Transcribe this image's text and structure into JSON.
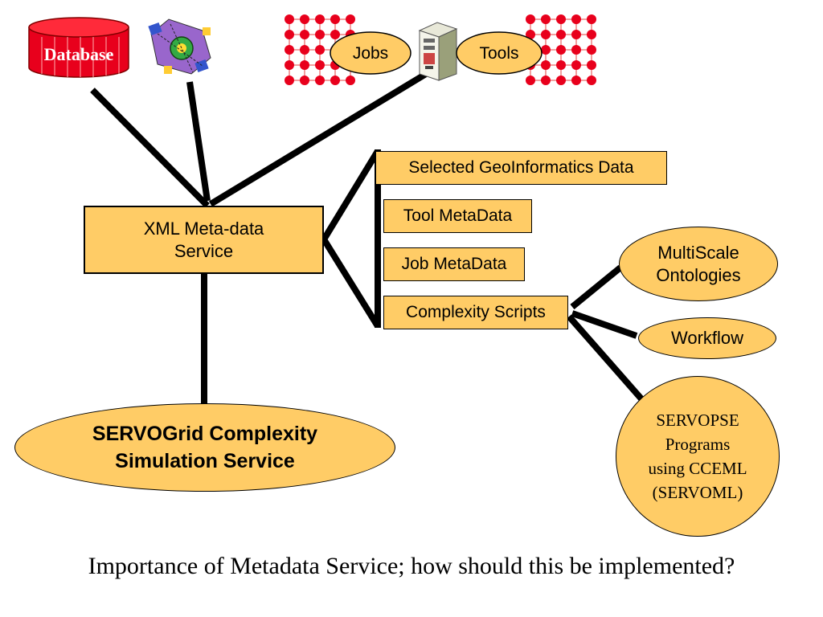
{
  "database_label": "Database",
  "jobs_label": "Jobs",
  "tools_label": "Tools",
  "xml_service": [
    "XML Meta-data",
    "Service"
  ],
  "metadata_items": [
    "Selected GeoInformatics Data",
    "Tool MetaData",
    "Job MetaData",
    "Complexity Scripts"
  ],
  "multiscale": [
    "MultiScale",
    "Ontologies"
  ],
  "workflow": "Workflow",
  "servopse": [
    "SERVOPSE",
    "Programs",
    "using CCEML",
    "(SERVOML)"
  ],
  "servogrid": [
    "SERVOGrid Complexity",
    "Simulation Service"
  ],
  "caption": "Importance of Metadata Service; how should this be implemented?",
  "colors": {
    "box_fill": "#ffcc66",
    "database_red": "#e8001c",
    "grid_red": "#e8001c",
    "line": "#000000"
  },
  "icons": [
    "database-cylinder-icon",
    "globe-satellite-icon",
    "server-computer-icon",
    "grid-network-icon"
  ]
}
